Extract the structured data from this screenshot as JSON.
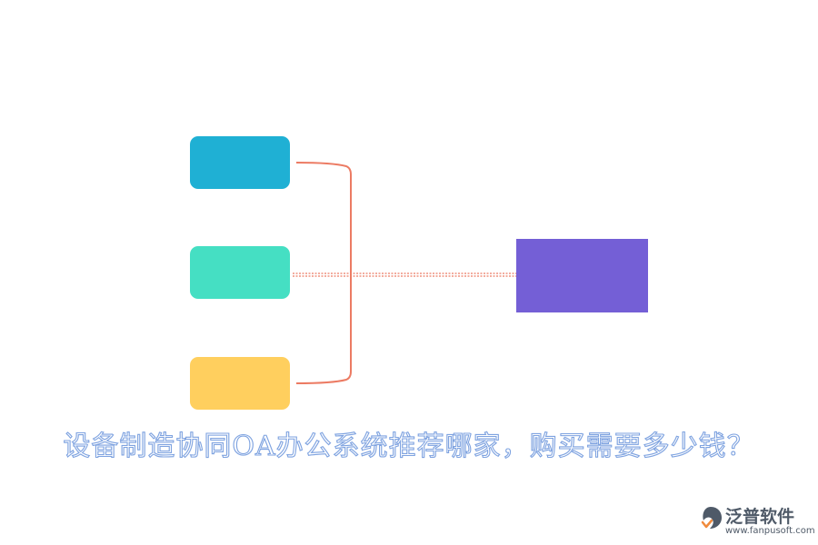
{
  "diagram": {
    "title": "设备制造协同OA办公系统推荐哪家，购买需要多少钱？",
    "colors": {
      "node_a": "#1fb0d4",
      "node_b": "#45dfc3",
      "node_c": "#ffcf5e",
      "target": "#745fd6",
      "connector": "#ec7b63",
      "title_stroke": "#7fa3e0"
    }
  },
  "logo": {
    "name": "泛普软件",
    "url": "www.fanpusoft.com",
    "icon": "fanpu-logo-icon"
  }
}
